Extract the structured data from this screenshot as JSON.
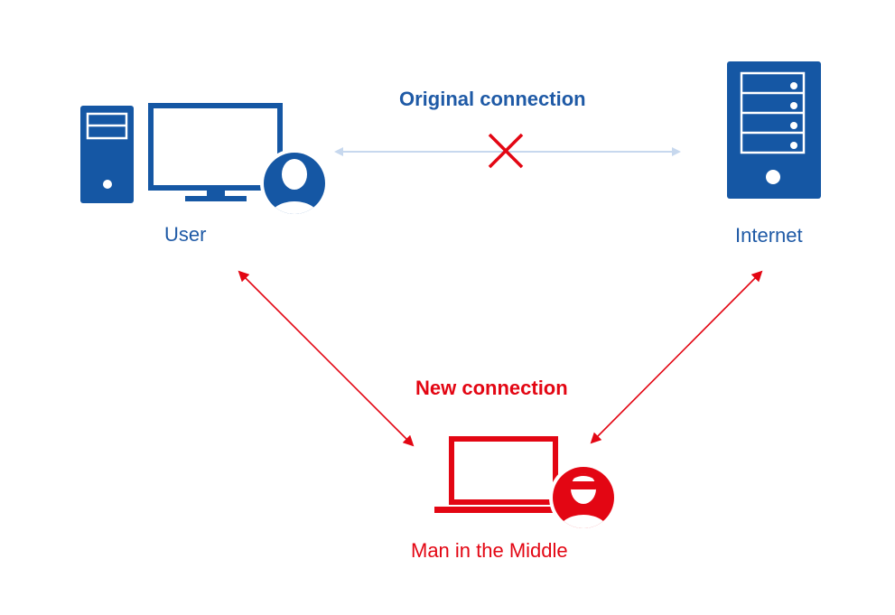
{
  "colors": {
    "blue": "#1557a4",
    "red": "#e30613",
    "light_blue": "#c7d8ee"
  },
  "nodes": {
    "user": {
      "label": "User",
      "icon": "desktop-computer-user-icon"
    },
    "internet": {
      "label": "Internet",
      "icon": "server-icon"
    },
    "mitm": {
      "label": "Man in the Middle",
      "icon": "laptop-attacker-icon"
    }
  },
  "connections": {
    "original": {
      "label": "Original connection",
      "status": "blocked",
      "icon": "cross-icon"
    },
    "new": {
      "label": "New connection"
    }
  }
}
